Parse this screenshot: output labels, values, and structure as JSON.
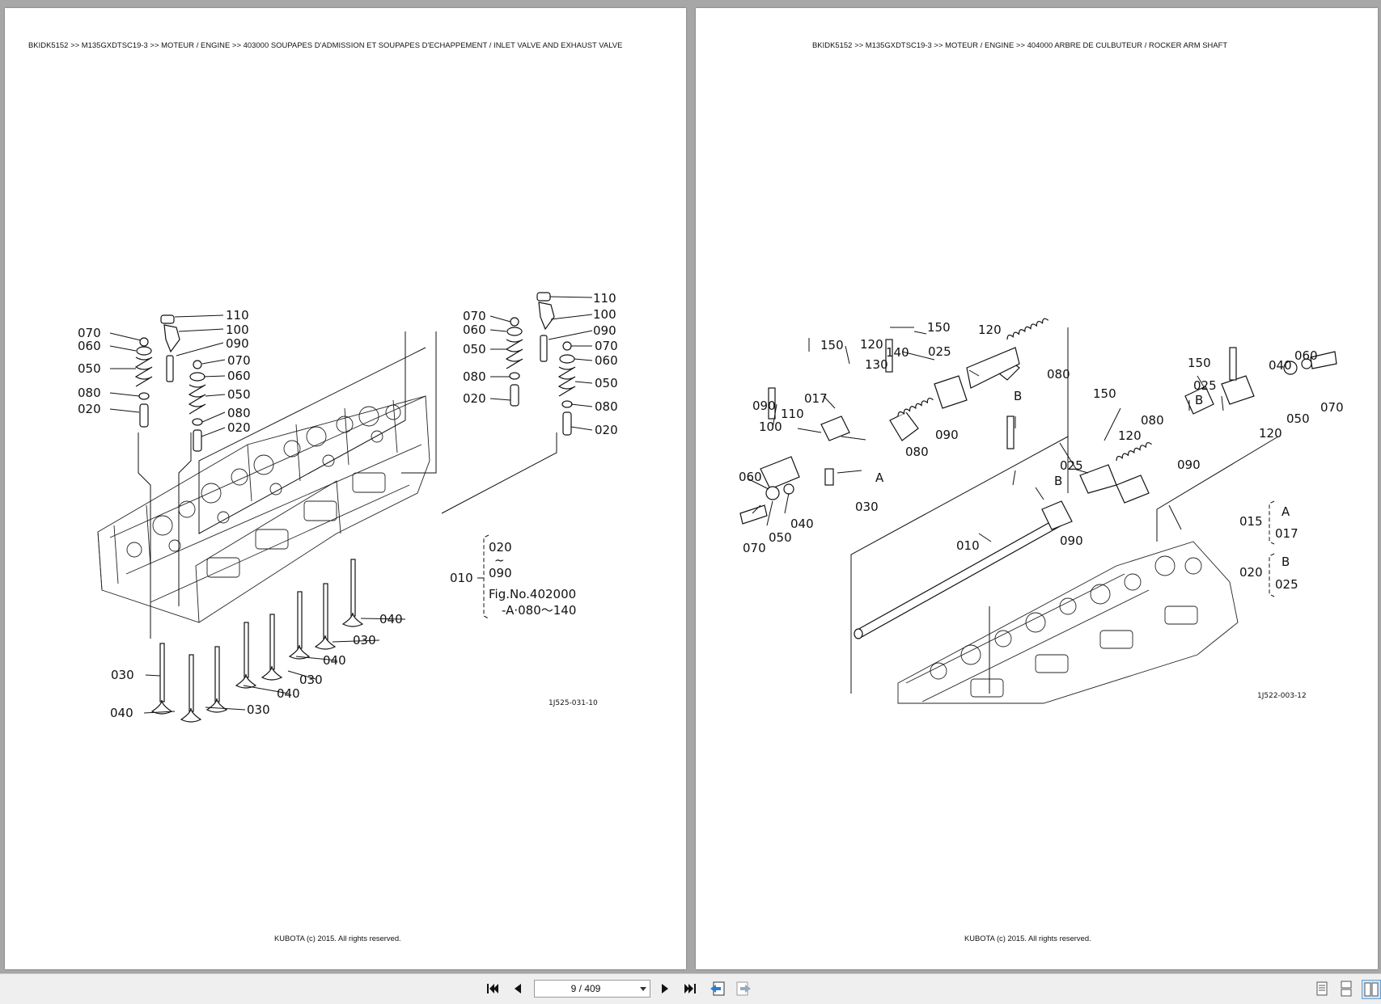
{
  "viewer": {
    "left_page": {
      "breadcrumb": "BKIDK5152 >> M135GXDTSC19-3 >> MOTEUR / ENGINE >> 403000   SOUPAPES D'ADMISSION ET SOUPAPES D'ECHAPPEMENT / INLET VALVE AND EXHAUST VALVE",
      "copyright": "KUBOTA (c) 2015. All rights reserved.",
      "figure_code": "1J525-031-10",
      "callouts": {
        "c110a": "110",
        "c100a": "100",
        "c090a": "090",
        "c070a": "070",
        "c060a": "060",
        "c050a": "050",
        "c080a": "080",
        "c020a": "020",
        "c070b": "070",
        "c060b": "060",
        "c050b": "050",
        "c080b": "080",
        "c020b": "020",
        "c070c": "070",
        "c060c": "060",
        "c050c": "050",
        "c080c": "080",
        "c020c": "020",
        "c110d": "110",
        "c100d": "100",
        "c090d": "090",
        "c070d": "070",
        "c060d": "060",
        "c050d": "050",
        "c080d": "080",
        "c020d": "020",
        "c040a": "040",
        "c030a": "030",
        "c040b": "040",
        "c030b": "030",
        "c040c": "040",
        "c030c": "030",
        "c040d": "040",
        "c030d": "030"
      },
      "note": {
        "assy": "010",
        "from": "020",
        "tilde": "~",
        "to": "090",
        "fig": "Fig.No.402000",
        "range": "-A·080～140"
      }
    },
    "right_page": {
      "breadcrumb": "BKIDK5152 >> M135GXDTSC19-3 >> MOTEUR / ENGINE >> 404000   ARBRE DE CULBUTEUR / ROCKER ARM SHAFT",
      "copyright": "KUBOTA (c) 2015. All rights reserved.",
      "figure_code": "1J522-003-12",
      "callouts": {
        "r150a": "150",
        "r120a": "120",
        "r025a": "025",
        "r080a": "080",
        "rBa": "B",
        "r150b": "150",
        "r120b": "120",
        "r130": "130",
        "r140": "140",
        "r017": "017",
        "r090a": "090",
        "r110": "110",
        "r100": "100",
        "r060a": "060",
        "r070a": "070",
        "r050a": "050",
        "r040a": "040",
        "r030": "030",
        "rA": "A",
        "r080b": "080",
        "r090b": "090",
        "r150c": "150",
        "r120c": "120",
        "r025b": "025",
        "rBb": "B",
        "r080c": "080",
        "r090c": "090",
        "r090d": "090",
        "r010": "010",
        "r150d": "150",
        "r025c": "025",
        "rBc": "B",
        "r040b": "040",
        "r060b": "060",
        "r070b": "070",
        "r050b": "050",
        "r120d": "120"
      },
      "note": {
        "n015": "015",
        "nA": "A",
        "n017": "017",
        "n020": "020",
        "nB": "B",
        "n025": "025"
      }
    }
  },
  "toolbar": {
    "page_indicator": "9 / 409"
  }
}
